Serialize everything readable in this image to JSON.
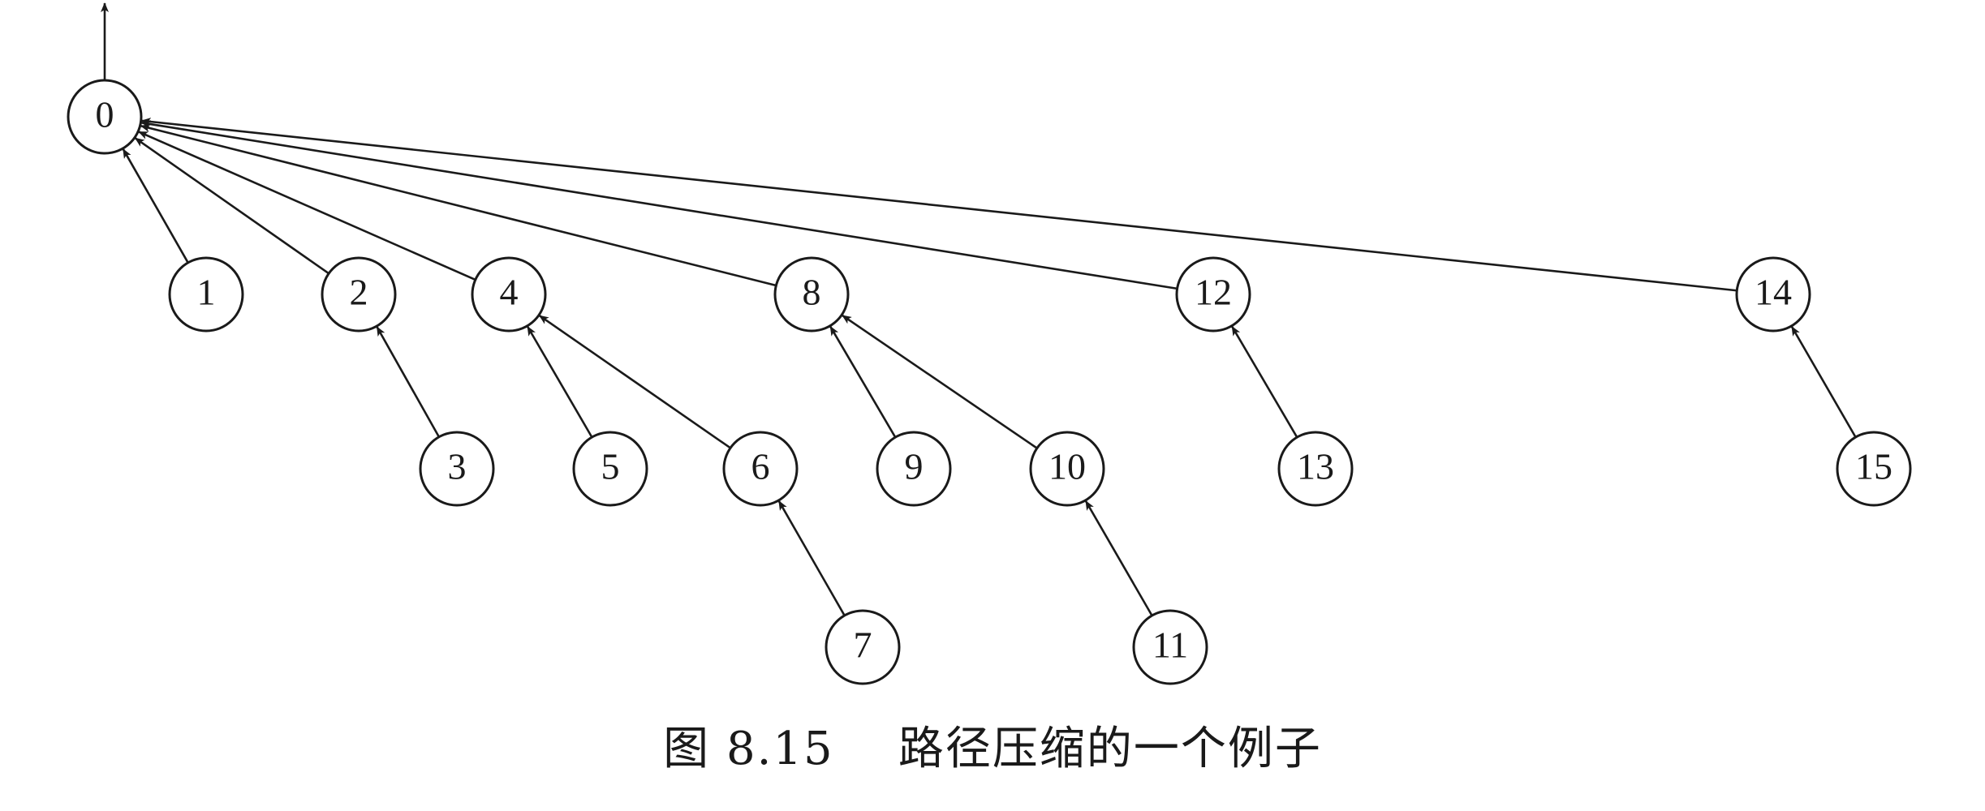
{
  "figure": {
    "caption": "图 8.15    路径压缩的一个例子"
  },
  "nodes": [
    {
      "id": "0",
      "label": "0"
    },
    {
      "id": "1",
      "label": "1"
    },
    {
      "id": "2",
      "label": "2"
    },
    {
      "id": "3",
      "label": "3"
    },
    {
      "id": "4",
      "label": "4"
    },
    {
      "id": "5",
      "label": "5"
    },
    {
      "id": "6",
      "label": "6"
    },
    {
      "id": "7",
      "label": "7"
    },
    {
      "id": "8",
      "label": "8"
    },
    {
      "id": "9",
      "label": "9"
    },
    {
      "id": "10",
      "label": "10"
    },
    {
      "id": "11",
      "label": "11"
    },
    {
      "id": "12",
      "label": "12"
    },
    {
      "id": "13",
      "label": "13"
    },
    {
      "id": "14",
      "label": "14"
    },
    {
      "id": "15",
      "label": "15"
    }
  ],
  "edges": [
    {
      "from": "1",
      "to": "0"
    },
    {
      "from": "2",
      "to": "0"
    },
    {
      "from": "4",
      "to": "0"
    },
    {
      "from": "8",
      "to": "0"
    },
    {
      "from": "12",
      "to": "0"
    },
    {
      "from": "14",
      "to": "0"
    },
    {
      "from": "3",
      "to": "2"
    },
    {
      "from": "5",
      "to": "4"
    },
    {
      "from": "6",
      "to": "4"
    },
    {
      "from": "7",
      "to": "6"
    },
    {
      "from": "9",
      "to": "8"
    },
    {
      "from": "10",
      "to": "8"
    },
    {
      "from": "11",
      "to": "10"
    },
    {
      "from": "13",
      "to": "12"
    },
    {
      "from": "15",
      "to": "14"
    }
  ]
}
